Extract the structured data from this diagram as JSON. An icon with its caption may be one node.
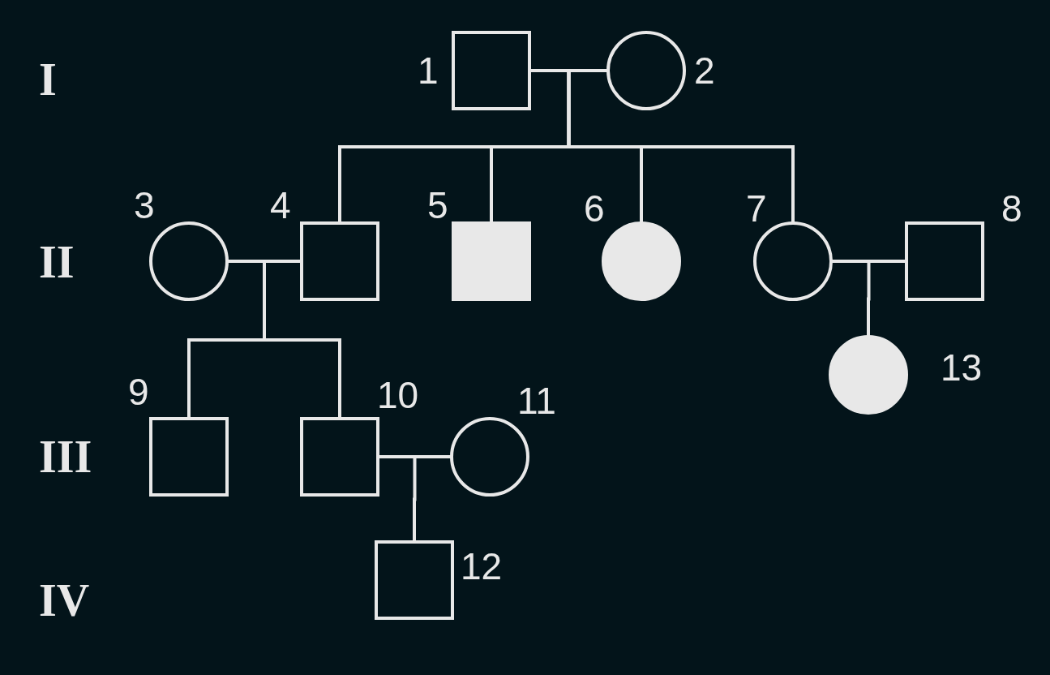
{
  "diagram": {
    "nodes": [
      {
        "text": [],
        "shape": "box",
        "beside": [
          "1"
        ]
      },
      {
        "text": [],
        "shape": "circle",
        "beside": [
          "2"
        ]
      },
      {
        "text": [],
        "shape": "circle",
        "beside": [
          "3"
        ]
      },
      {
        "text": [],
        "shape": "box",
        "beside": [
          "4"
        ]
      },
      {
        "text": [],
        "shape": "box",
        "beside": [
          "5"
        ]
      },
      {
        "text": [],
        "shape": "circle",
        "beside": [
          "6"
        ]
      },
      {
        "text": [],
        "shape": "circle",
        "beside": [
          "7"
        ]
      },
      {
        "text": [],
        "shape": "box",
        "beside": [
          "8"
        ]
      },
      {
        "text": [],
        "shape": "box",
        "beside": [
          "9"
        ]
      },
      {
        "text": [],
        "shape": "box",
        "beside": [
          "10"
        ]
      },
      {
        "text": [],
        "shape": "circle",
        "beside": [
          "11"
        ]
      },
      {
        "text": [],
        "shape": "box",
        "beside": [
          "12"
        ]
      },
      {
        "text": [],
        "shape": "circle",
        "beside": [
          "13"
        ]
      }
    ],
    "edges": [
      {
        "from": 0,
        "to": 1,
        "arrow": "none"
      },
      {
        "from": 0,
        "to": 3,
        "arrow": "none"
      },
      {
        "from": 1,
        "to": 3,
        "arrow": "none"
      },
      {
        "from": 0,
        "to": 4,
        "arrow": "none"
      },
      {
        "from": 1,
        "to": 4,
        "arrow": "none"
      },
      {
        "from": 0,
        "to": 5,
        "arrow": "none"
      },
      {
        "from": 1,
        "to": 5,
        "arrow": "none"
      },
      {
        "from": 0,
        "to": 6,
        "arrow": "none"
      },
      {
        "from": 1,
        "to": 6,
        "arrow": "none"
      },
      {
        "from": 2,
        "to": 3,
        "arrow": "none"
      },
      {
        "from": 2,
        "to": 8,
        "arrow": "none"
      },
      {
        "from": 3,
        "to": 8,
        "arrow": "none"
      },
      {
        "from": 2,
        "to": 9,
        "arrow": "none"
      },
      {
        "from": 3,
        "to": 9,
        "arrow": "none"
      },
      {
        "from": 6,
        "to": 7,
        "arrow": "none"
      },
      {
        "from": 6,
        "to": 12,
        "arrow": "none"
      },
      {
        "from": 7,
        "to": 12,
        "arrow": "none"
      },
      {
        "from": 9,
        "to": 10,
        "arrow": "none"
      },
      {
        "from": 9,
        "to": 11,
        "arrow": "none"
      },
      {
        "from": 10,
        "to": 11,
        "arrow": "none"
      }
    ],
    "labels": [
      "I",
      "II",
      "III",
      "IV"
    ]
  }
}
